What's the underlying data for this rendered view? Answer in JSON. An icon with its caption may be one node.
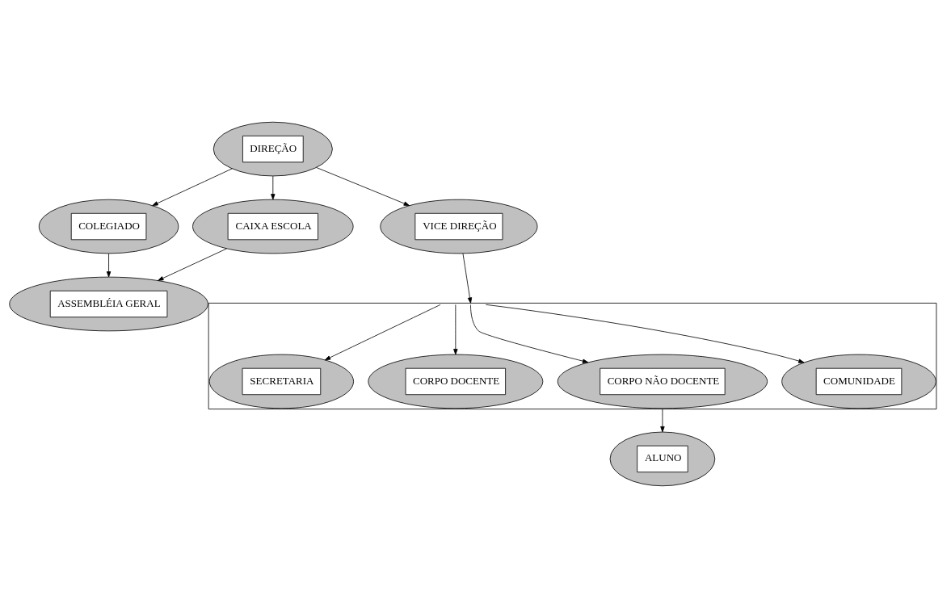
{
  "diagram": {
    "nodes": [
      {
        "text": [
          "DIREÇÃO"
        ]
      },
      {
        "text": [
          "COLEGIADO"
        ]
      },
      {
        "text": [
          "CAIXA ESCOLA"
        ]
      },
      {
        "text": [
          "ASSEMBLÉIA GERAL"
        ]
      },
      {
        "text": [
          "VICE DIREÇÃO"
        ]
      },
      {
        "text": [],
        "shape": "box"
      },
      {
        "text": [
          "SECRETARIA"
        ],
        "in": 5
      },
      {
        "text": [
          "CORPO DOCENTE"
        ],
        "in": 5
      },
      {
        "text": [
          "CORPO NÃO DOCENTE"
        ],
        "in": 5
      },
      {
        "text": [
          "COMUNIDADE"
        ],
        "in": 5
      },
      {
        "text": [
          "ALUNO"
        ]
      }
    ],
    "edges": [
      {
        "from": 0,
        "to": 1,
        "arrow": "to"
      },
      {
        "from": 0,
        "to": 2,
        "arrow": "to"
      },
      {
        "from": 1,
        "to": 3,
        "arrow": "to"
      },
      {
        "from": 2,
        "to": 3,
        "arrow": "to"
      },
      {
        "from": 0,
        "to": 4,
        "arrow": "to"
      },
      {
        "from": 4,
        "to": 5,
        "arrow": "to"
      },
      {
        "from": 5,
        "to": 6,
        "arrow": "to"
      },
      {
        "from": 5,
        "to": 7,
        "arrow": "to"
      },
      {
        "from": 5,
        "to": 8,
        "arrow": "to"
      },
      {
        "from": 5,
        "to": 9,
        "arrow": "to"
      },
      {
        "from": 5,
        "to": 10,
        "arrow": "to"
      }
    ]
  }
}
